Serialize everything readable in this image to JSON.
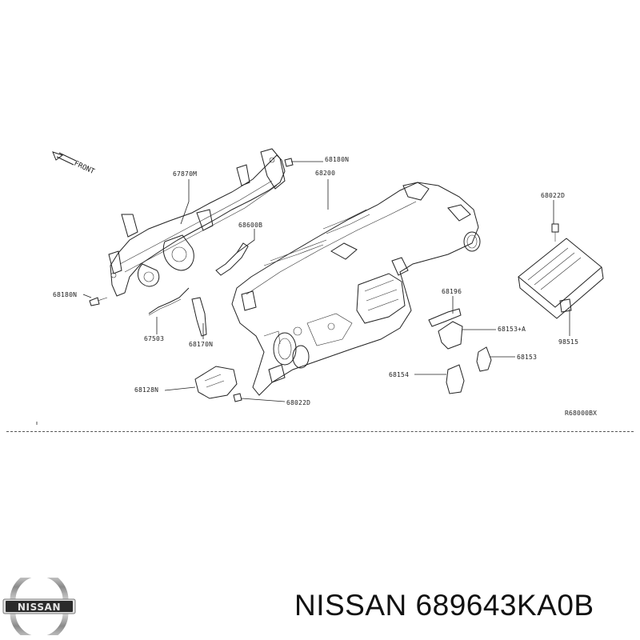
{
  "diagram": {
    "front_label": "FRONT",
    "part_labels": {
      "p67870M": "67870M",
      "p68180N_top": "68180N",
      "p68200": "68200",
      "p68022D_top": "68022D",
      "p68600B": "68600B",
      "p68180N_left": "68180N",
      "p68196": "68196",
      "p68153A": "68153+A",
      "p98515": "98515",
      "p67503": "67503",
      "p68170N": "68170N",
      "p68153": "68153",
      "p68154": "68154",
      "p68128N": "68128N",
      "p68022D_bottom": "68022D"
    },
    "reference_code": "R68000BX"
  },
  "footer": {
    "logo_text": "NISSAN",
    "brand": "NISSAN",
    "part_number": "689643KA0B",
    "title": "NISSAN 689643KA0B"
  }
}
